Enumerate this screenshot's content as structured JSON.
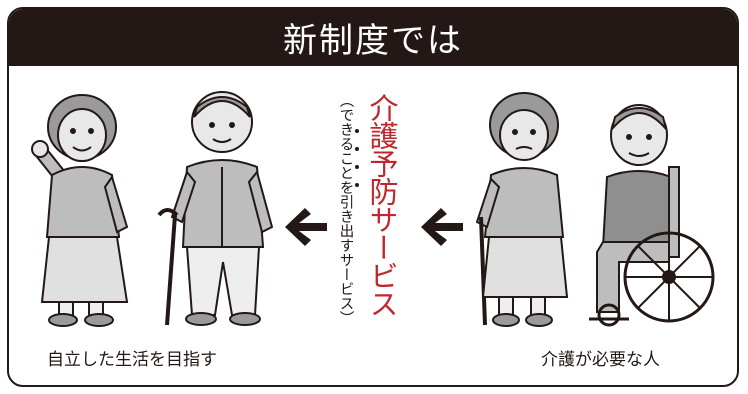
{
  "header": {
    "title": "新制度では"
  },
  "left": {
    "caption": "自立した生活を目指す"
  },
  "right": {
    "caption": "介護が必要な人"
  },
  "center": {
    "main_label": "介護予防サービス",
    "sub_label": "（できることを引き出すサービス）"
  },
  "icons": {
    "arrow_left_1": "arrow-left-icon",
    "arrow_left_2": "arrow-left-icon"
  },
  "colors": {
    "header_bg": "#231815",
    "accent_red": "#c0272d",
    "text": "#231815"
  }
}
